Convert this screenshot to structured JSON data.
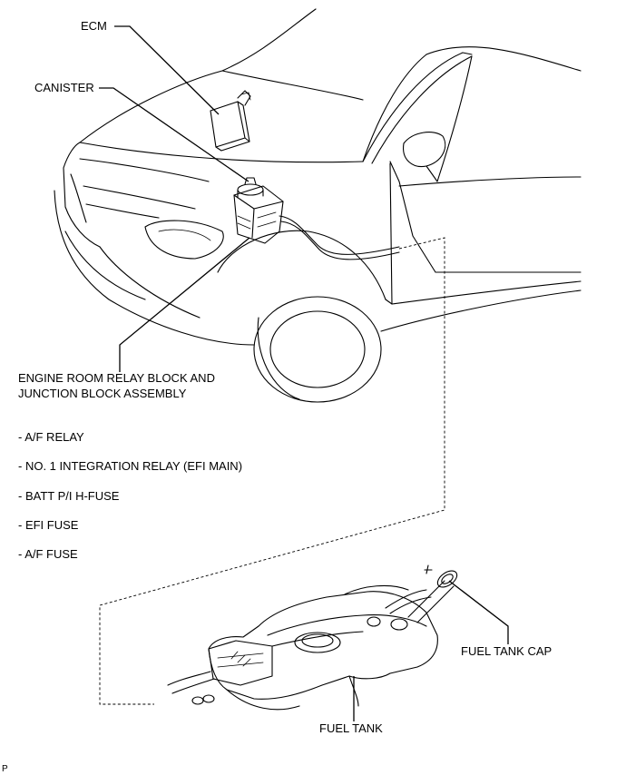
{
  "labels": {
    "ecm": "ECM",
    "canister": "CANISTER",
    "relay_block_line1": "ENGINE ROOM RELAY BLOCK AND",
    "relay_block_line2": "JUNCTION BLOCK ASSEMBLY",
    "fuel_tank_cap": "FUEL TANK CAP",
    "fuel_tank": "FUEL TANK",
    "corner_mark": "P"
  },
  "relay_block_components": [
    "- A/F RELAY",
    "- NO. 1 INTEGRATION RELAY (EFI MAIN)",
    "- BATT P/I H-FUSE",
    "- EFI FUSE",
    "- A/F FUSE"
  ]
}
